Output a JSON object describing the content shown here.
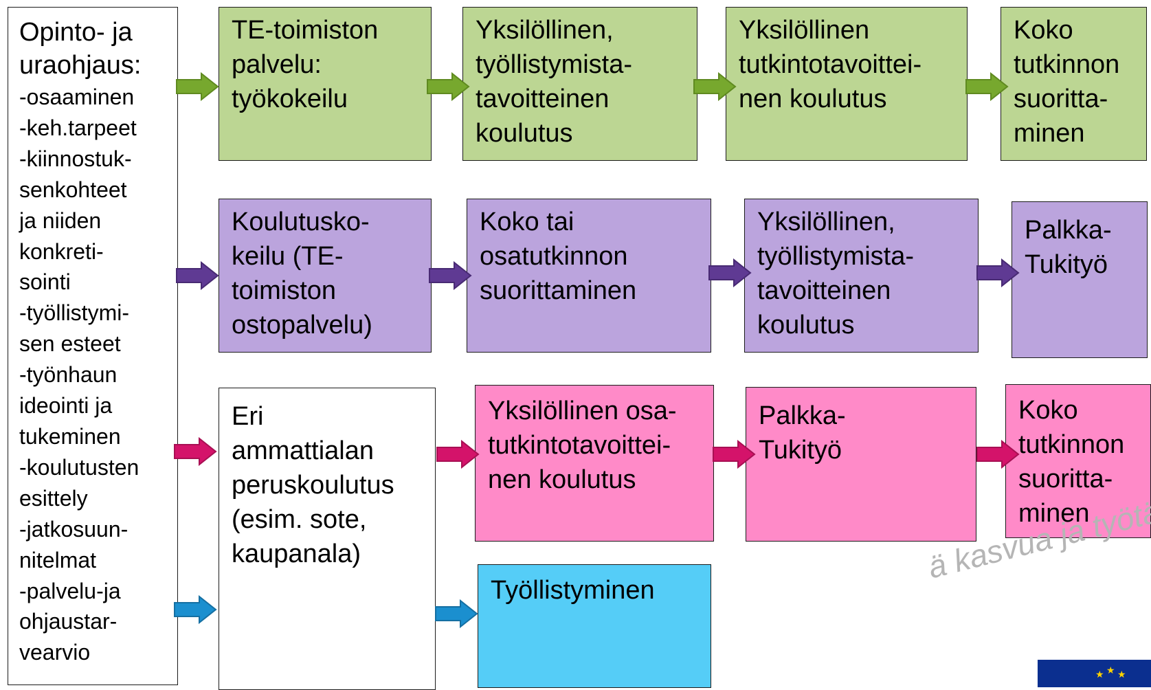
{
  "left_panel": {
    "title": "Opinto- ja\nuraohjaus:",
    "items": "-osaaminen\n-keh.tarpeet\n-kiinnostuk-\nsenkohteet\nja niiden\nkonkreti-\nsointi\n-työllistymi-\nsen esteet\n-työnhaun\nideointi ja\ntukeminen\n-koulutusten\nesittely\n-jatkosuun-\nnitelmat\n-palvelu-ja\nohjaustar-\nvearvio"
  },
  "green_row": [
    "TE-toimiston\npalvelu:\ntyökokeilu",
    "Yksilöllinen,\ntyöllistymista-\ntavoitteinen\nkoulutus",
    "Yksilöllinen\ntutkintotavoittei-\nnen koulutus",
    "Koko\ntutkinnon\nsuoritta-\nminen"
  ],
  "purple_row": [
    "Koulutusko-\nkeilu (TE-\ntoimiston\nostopalvelu)",
    "Koko tai\nosatutkinnon\nsuorittaminen",
    "Yksilöllinen,\ntyöllistymista-\ntavoitteinen\nkoulutus",
    "Palkka-\nTukityö"
  ],
  "white_box": "Eri\nammattialan\nperuskoulutus\n(esim. sote,\nkaupanala)",
  "pink_row": [
    "Yksilöllinen osa-\ntutkintotavoittei-\nnen koulutus",
    "Palkka-\nTukityö",
    "Koko\ntutkinnon\nsuoritta-\nminen"
  ],
  "blue_box": "Työllistyminen",
  "watermark": "ä kasvua ja työtä -ohjelma",
  "colors": {
    "green_fill": "#bcd693",
    "green_arrow": "#77a82e",
    "purple_fill": "#bba4dd",
    "purple_arrow": "#5f3a93",
    "pink_fill": "#ff8ac8",
    "pink_arrow": "#d4136a",
    "blue_fill": "#55cdf7",
    "blue_arrow": "#1b8fcf"
  }
}
